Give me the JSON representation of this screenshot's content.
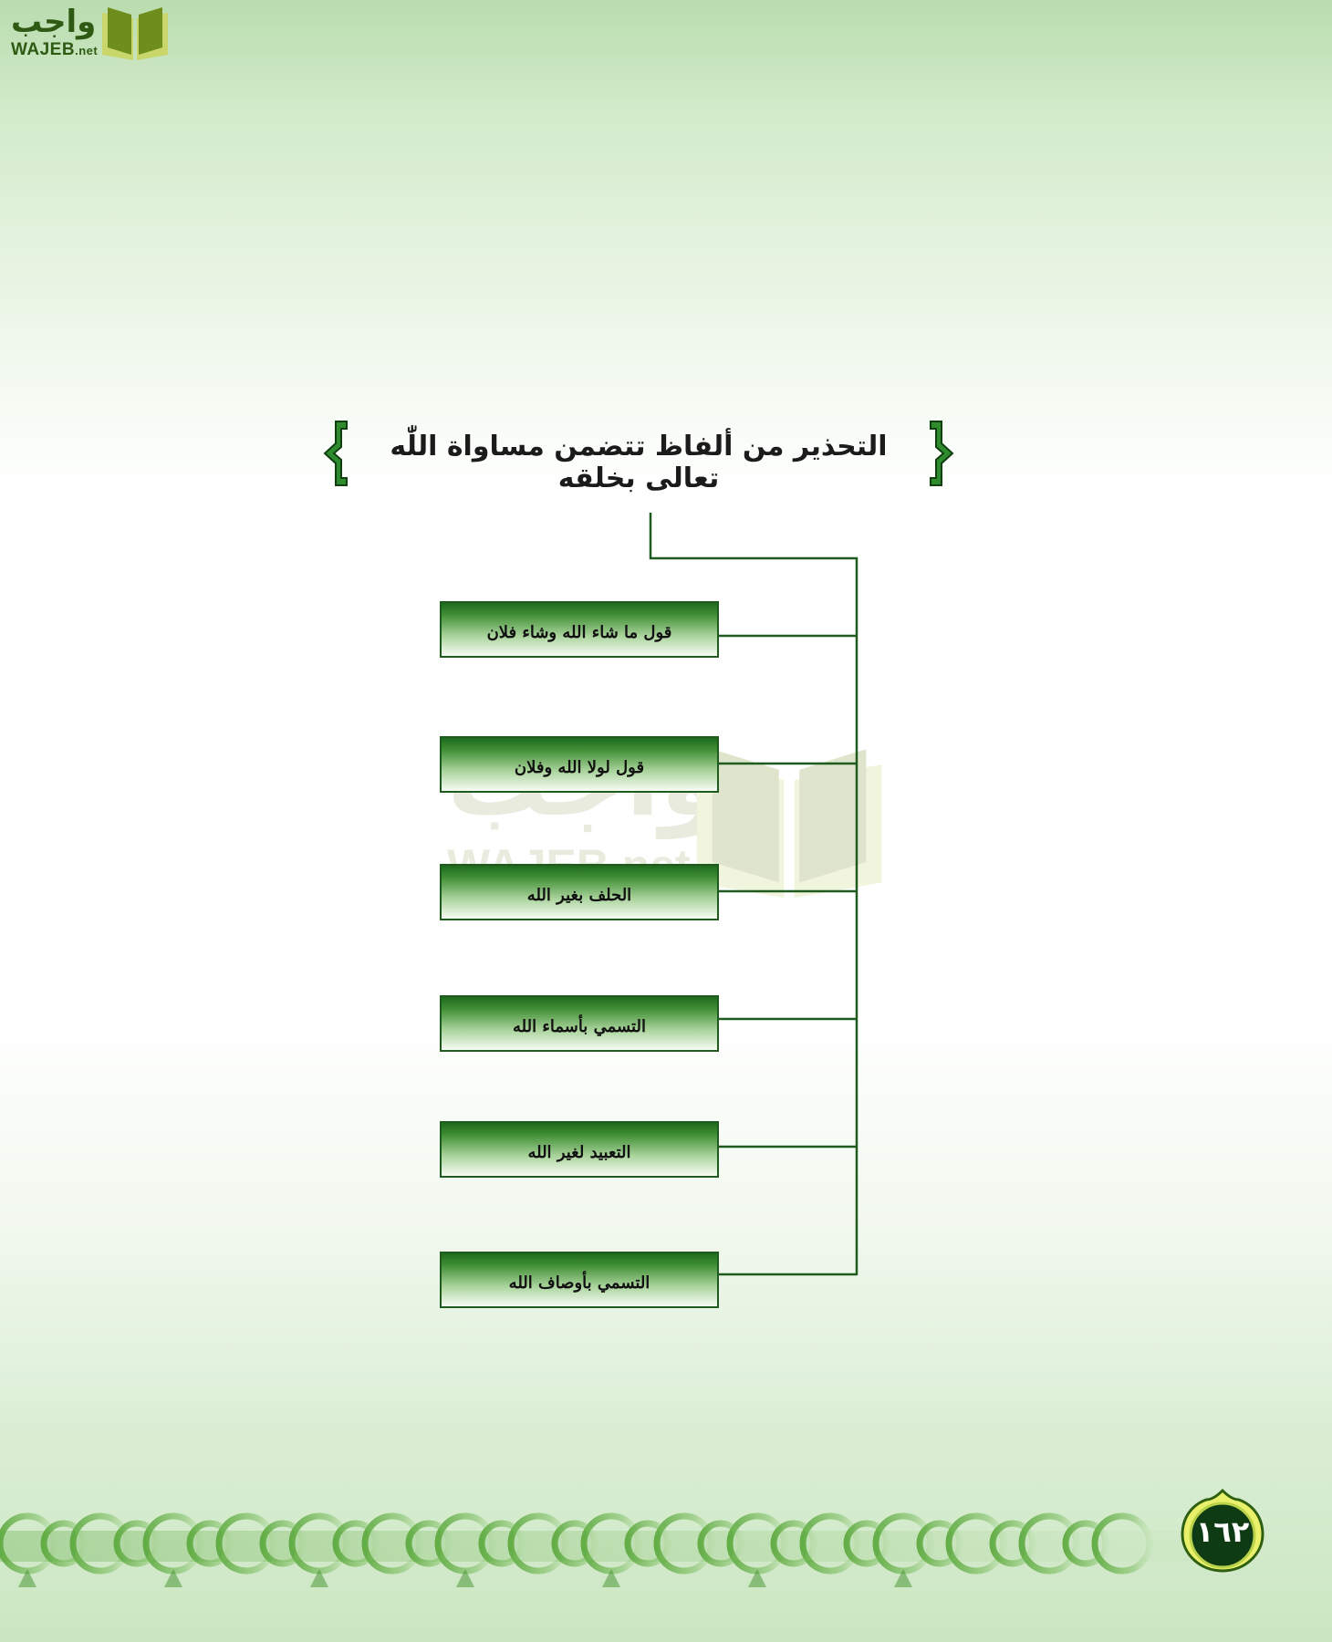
{
  "logo": {
    "arabic": "واجب",
    "latin": "WAJEB",
    "suffix": ".net"
  },
  "title": "التحذير من ألفاظ تتضمن مساواة اللّٰه تعالى بخلقه",
  "items": [
    {
      "label": "قول ما شاء الله وشاء فلان"
    },
    {
      "label": "قول لولا الله وفلان"
    },
    {
      "label": "الحلف بغير الله"
    },
    {
      "label": "التسمي بأسماء الله"
    },
    {
      "label": "التعبيد لغير الله"
    },
    {
      "label": "التسمي بأوصاف الله"
    }
  ],
  "page_number": "١٦٢",
  "colors": {
    "box_dark": "#1e6a1e",
    "line": "#1f5a1f",
    "accent": "#2e8b2e"
  }
}
